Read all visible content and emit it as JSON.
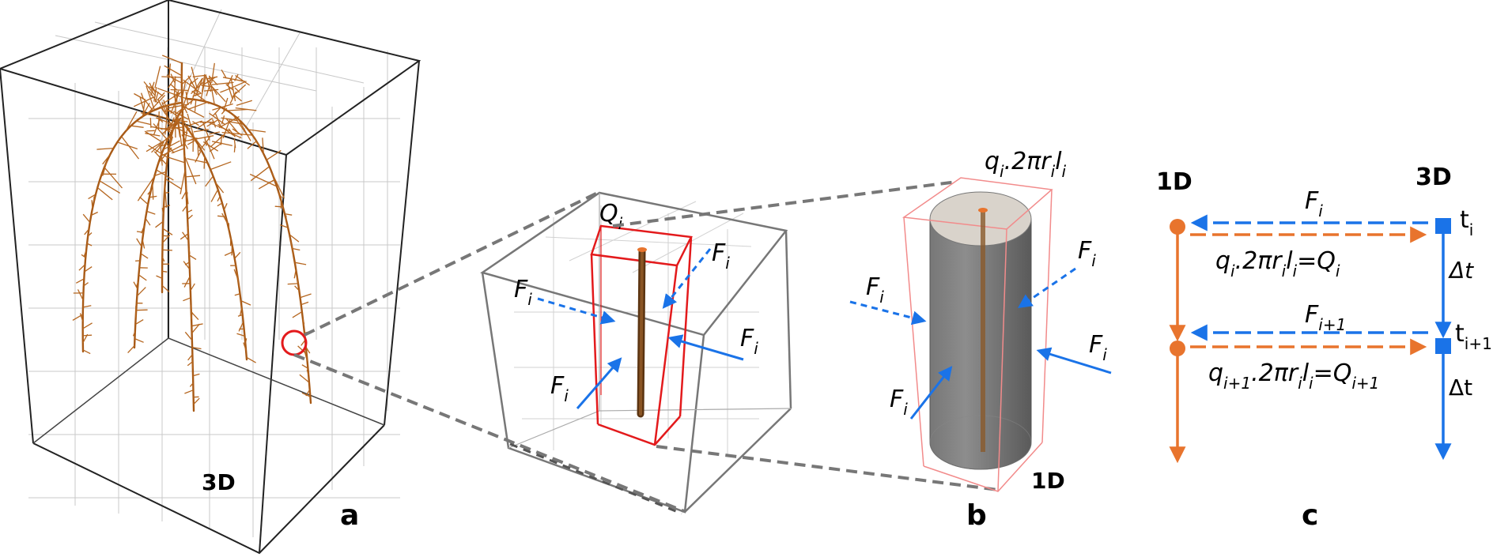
{
  "panel_a": {
    "label": "a",
    "dim_label": "3D"
  },
  "panel_b": {
    "label": "b",
    "cube_flux": "Q",
    "cube_flux_sub": "i",
    "force": "F",
    "force_sub": "i",
    "cylinder_flux": "q",
    "cylinder_flux_sub": "i",
    "cylinder_flux_rest": ".2πr",
    "cylinder_flux_sub2": "i",
    "cylinder_flux_l": "l",
    "cylinder_flux_sub3": "i",
    "dim_label": "1D"
  },
  "panel_c": {
    "label": "c",
    "left_header": "1D",
    "right_header": "3D",
    "t": "t",
    "t1_sub": "i",
    "t2_sub": "i+1",
    "dt1": "Δt",
    "dt2": "Δt",
    "force": "F",
    "force1_sub": "i",
    "force2_sub": "i+1",
    "eq_q": "q",
    "eq1_sub": "i",
    "eq2_sub": "i+1",
    "eq_mid": ".2πr",
    "eq_r_sub": "i",
    "eq_l": "l",
    "eq_l_sub": "i",
    "eq_eq": "=Q",
    "eq1_rhs_sub": "i",
    "eq2_rhs_sub": "i+1"
  },
  "colors": {
    "root": "#a85a16",
    "blue": "#1a73e8",
    "orange": "#e8742d",
    "red": "#e31a1c",
    "grey": "#777777"
  }
}
